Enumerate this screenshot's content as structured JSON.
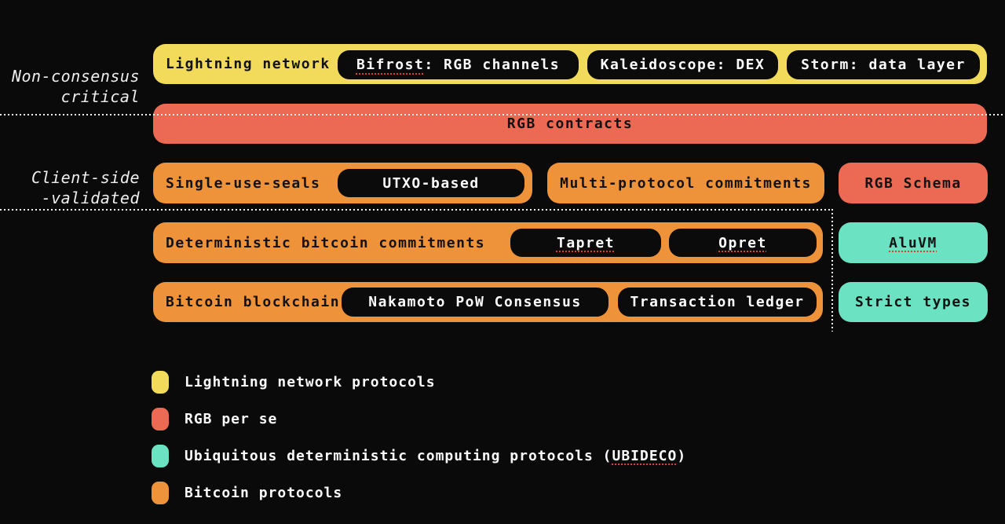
{
  "colors": {
    "background": "#0a0a0a",
    "yellow": "#f2db5b",
    "salmon": "#ec6a53",
    "orange": "#ee9339",
    "teal": "#6be3c3",
    "pill_black": "#0b0b0b",
    "squiggle_red": "#dd4030",
    "dotted_white": "#f2f2f2"
  },
  "section_labels": {
    "non_consensus": {
      "line1": "Non-consensus",
      "line2": "critical"
    },
    "client_side": {
      "line1": "Client-side",
      "line2": "-validated"
    }
  },
  "row1": {
    "label": "Lightning network",
    "pill1_mark": "Bifrost",
    "pill1_rest": ": RGB channels",
    "pill2": "Kaleidoscope: DEX",
    "pill3": "Storm: data layer"
  },
  "row2": {
    "label": "RGB contracts"
  },
  "row3": {
    "seals_label": "Single-use-seals",
    "seals_pill": "UTXO-based",
    "multi_label": "Multi-protocol commitments",
    "schema_label": "RGB Schema"
  },
  "row4": {
    "label": "Deterministic bitcoin commitments",
    "pill1": "Tapret",
    "pill2": "Opret",
    "side": "AluVM"
  },
  "row5": {
    "label": "Bitcoin blockchain",
    "pill1": "Nakamoto PoW Consensus",
    "pill2": "Transaction ledger",
    "side": "Strict types"
  },
  "legend": {
    "items": [
      {
        "color": "#f2db5b",
        "label": "Lightning network protocols"
      },
      {
        "color": "#ec6a53",
        "label": "RGB per se"
      },
      {
        "color": "#6be3c3",
        "pre": "Ubiquitous deterministic computing protocols (",
        "mark": "UBIDECO",
        "post": ")"
      },
      {
        "color": "#ee9339",
        "label": "Bitcoin protocols"
      }
    ]
  }
}
